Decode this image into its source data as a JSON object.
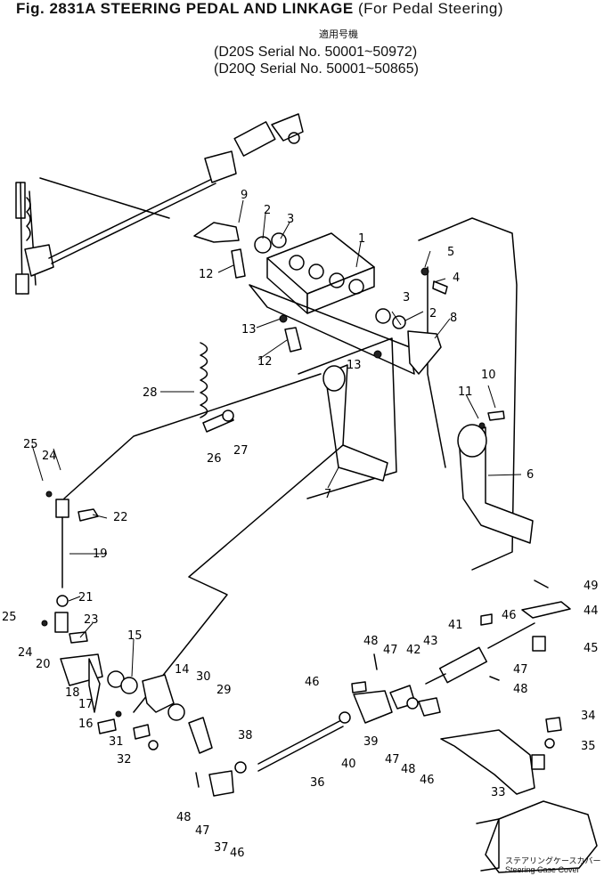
{
  "figure": {
    "number": "Fig. 2831A",
    "title": "STEERING PEDAL AND LINKAGE",
    "title_paren": "(For Pedal Steering)",
    "jp_heading": "適用号機",
    "serial_rows": [
      "(D20S Serial No. 50001~50972)",
      "(D20Q Serial No. 50001~50865)"
    ]
  },
  "cover_label": {
    "jp": "ステアリングケースカバー",
    "en": "Steering Case Cover"
  },
  "callouts": [
    "1",
    "2",
    "3",
    "4",
    "5",
    "6",
    "7",
    "8",
    "9",
    "10",
    "11",
    "12",
    "13",
    "14",
    "15",
    "16",
    "17",
    "18",
    "19",
    "20",
    "21",
    "22",
    "23",
    "24",
    "25",
    "26",
    "27",
    "28",
    "29",
    "30",
    "31",
    "32",
    "33",
    "34",
    "35",
    "36",
    "37",
    "38",
    "39",
    "40",
    "41",
    "42",
    "43",
    "44",
    "45",
    "46",
    "47",
    "48",
    "49"
  ]
}
